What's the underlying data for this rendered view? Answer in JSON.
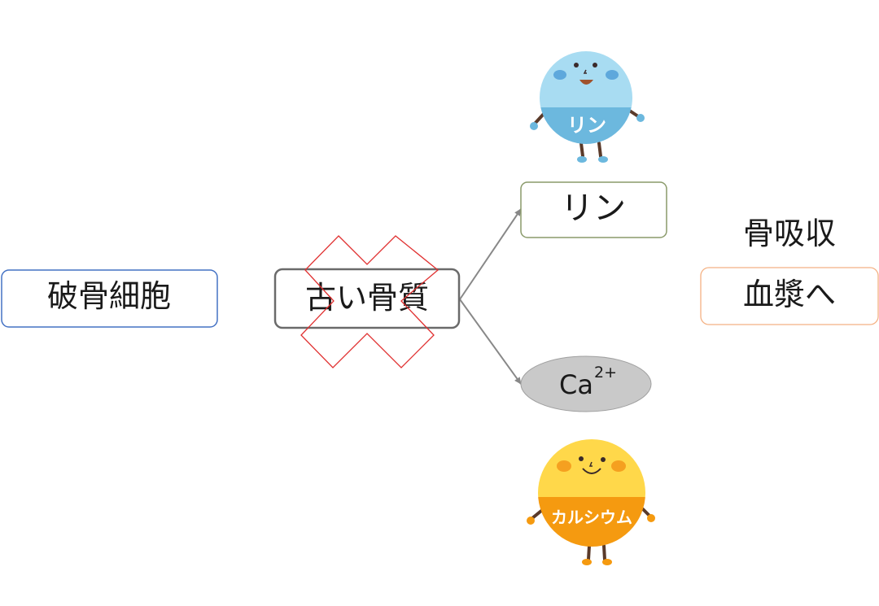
{
  "nodes": {
    "osteoclast": "破骨細胞",
    "old_bone": "古い骨質",
    "phosphorus": "リン",
    "calcium_ion": "Ca",
    "calcium_ion_charge": "2+",
    "bone_resorption": "骨吸収",
    "to_plasma": "血漿へ"
  },
  "characters": {
    "phosphorus_label": "リン",
    "calcium_label": "カルシウム"
  },
  "colors": {
    "osteoclast_border": "#4472c4",
    "old_bone_border": "#666666",
    "phosphorus_border": "#8a9a6a",
    "plasma_border": "#f4b183",
    "cross_mark": "#e03030",
    "arrow": "#888888",
    "ca_fill": "#c9c9c9",
    "phosphorus_char_top": "#a8dcf2",
    "phosphorus_char_bottom": "#6cb8de",
    "calcium_char_top": "#ffd84a",
    "calcium_char_bottom": "#f59a10"
  },
  "icons": {
    "old_bone_mark": "cross-mark-icon",
    "phosphorus_mascot": "phosphorus-mascot-icon",
    "calcium_mascot": "calcium-mascot-icon"
  }
}
